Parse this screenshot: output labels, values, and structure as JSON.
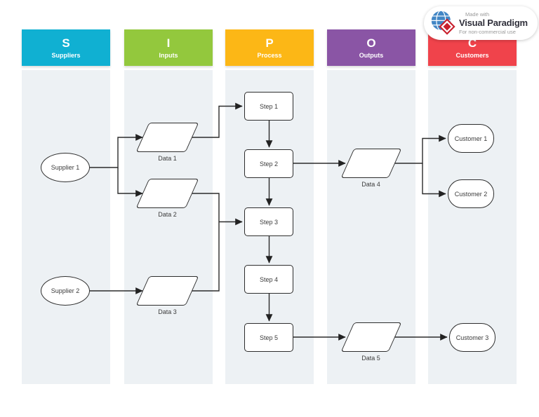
{
  "badge": {
    "made_with": "Made with",
    "brand": "Visual Paradigm",
    "license": "For non-commercial use"
  },
  "columns": [
    {
      "letter": "S",
      "label": "Suppliers",
      "color": "#10b0d2"
    },
    {
      "letter": "I",
      "label": "Inputs",
      "color": "#93c83d"
    },
    {
      "letter": "P",
      "label": "Process",
      "color": "#fcb716"
    },
    {
      "letter": "O",
      "label": "Outputs",
      "color": "#8a55a5"
    },
    {
      "letter": "C",
      "label": "Customers",
      "color": "#f0434b"
    }
  ],
  "nodes": {
    "supplier1": {
      "label": "Supplier 1",
      "shape": "ellipse",
      "column": "Suppliers"
    },
    "supplier2": {
      "label": "Supplier 2",
      "shape": "ellipse",
      "column": "Suppliers"
    },
    "data1": {
      "label": "Data 1",
      "shape": "parallelogram",
      "column": "Inputs"
    },
    "data2": {
      "label": "Data 2",
      "shape": "parallelogram",
      "column": "Inputs"
    },
    "data3": {
      "label": "Data 3",
      "shape": "parallelogram",
      "column": "Inputs"
    },
    "step1": {
      "label": "Step 1",
      "shape": "rectangle",
      "column": "Process"
    },
    "step2": {
      "label": "Step 2",
      "shape": "rectangle",
      "column": "Process"
    },
    "step3": {
      "label": "Step 3",
      "shape": "rectangle",
      "column": "Process"
    },
    "step4": {
      "label": "Step 4",
      "shape": "rectangle",
      "column": "Process"
    },
    "step5": {
      "label": "Step 5",
      "shape": "rectangle",
      "column": "Process"
    },
    "data4": {
      "label": "Data 4",
      "shape": "parallelogram",
      "column": "Outputs"
    },
    "data5": {
      "label": "Data 5",
      "shape": "parallelogram",
      "column": "Outputs"
    },
    "customer1": {
      "label": "Customer 1",
      "shape": "terminator",
      "column": "Customers"
    },
    "customer2": {
      "label": "Customer 2",
      "shape": "terminator",
      "column": "Customers"
    },
    "customer3": {
      "label": "Customer 3",
      "shape": "terminator",
      "column": "Customers"
    }
  },
  "edges": [
    {
      "from": "supplier1",
      "to": "data1"
    },
    {
      "from": "supplier1",
      "to": "data2"
    },
    {
      "from": "supplier2",
      "to": "data3"
    },
    {
      "from": "data1",
      "to": "step1"
    },
    {
      "from": "data2",
      "to": "step3"
    },
    {
      "from": "data3",
      "to": "step3"
    },
    {
      "from": "step1",
      "to": "step2"
    },
    {
      "from": "step2",
      "to": "step3"
    },
    {
      "from": "step2",
      "to": "data4"
    },
    {
      "from": "step3",
      "to": "step4"
    },
    {
      "from": "step4",
      "to": "step5"
    },
    {
      "from": "step5",
      "to": "data5"
    },
    {
      "from": "data4",
      "to": "customer1"
    },
    {
      "from": "data4",
      "to": "customer2"
    },
    {
      "from": "data5",
      "to": "customer3"
    }
  ],
  "style": {
    "lane_bg": "#edf1f4",
    "line_color": "#2b2b2b",
    "node_border": "#2d2d2d"
  }
}
